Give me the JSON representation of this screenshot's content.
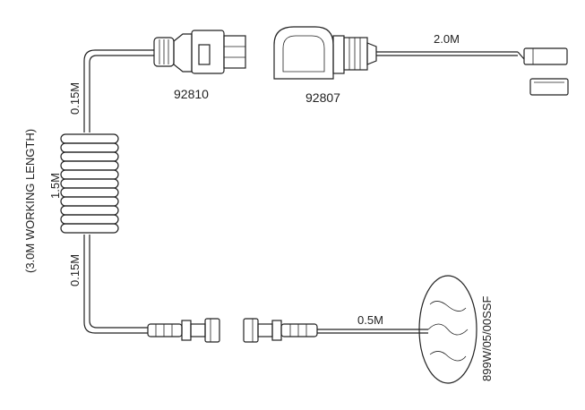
{
  "labels": {
    "working_length": "(3.0M WORKING LENGTH)",
    "upper_tail": "0.15M",
    "coil_length": "1.5M",
    "lower_tail": "0.15M",
    "sensor_cable": "2.0M",
    "pad_cable": "0.5M",
    "drawing_ref": "899W/05/00SSF"
  },
  "parts": {
    "plug": "92810",
    "socket": "92807"
  }
}
